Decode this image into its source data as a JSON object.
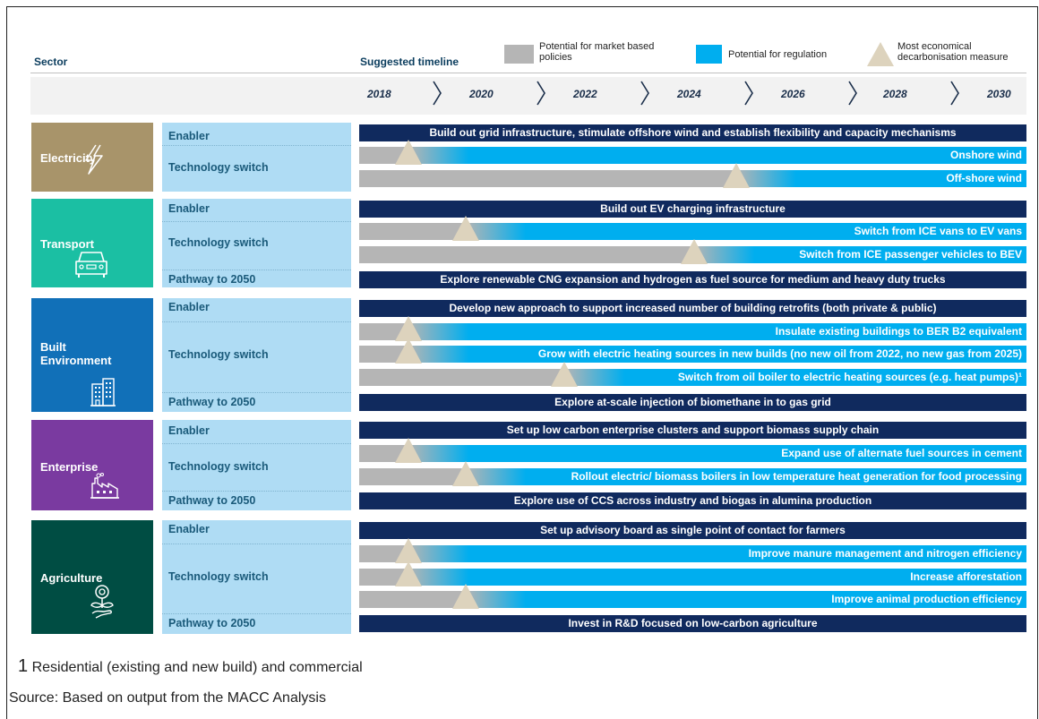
{
  "header": {
    "sector": "Sector",
    "timeline": "Suggested timeline"
  },
  "legend": {
    "market": "Potential for market based policies",
    "regulation": "Potential for regulation",
    "economical": "Most economical decarbonisation measure",
    "market_color": "#b5b5b5",
    "regulation_color": "#00aeef",
    "economical_color": "#ddd3bd"
  },
  "years": [
    "2018",
    "2020",
    "2022",
    "2024",
    "2026",
    "2028",
    "2030"
  ],
  "sectors": [
    {
      "name_lines": [
        "Electricity"
      ],
      "color": "#a8946a",
      "icon": "lightning-icon",
      "rows": [
        {
          "category": "Enabler",
          "kind": "enabler",
          "text": "Build out grid infrastructure, stimulate offshore wind and establish flexibility and capacity mechanisms"
        },
        {
          "category": "Technology switch",
          "kind": "switch",
          "text": "Onshore wind",
          "marker_year": 2018.9
        },
        {
          "kind": "switch",
          "text": "Off-shore wind",
          "marker_year": 2025.2
        }
      ]
    },
    {
      "name_lines": [
        "Transport"
      ],
      "color": "#1bbfa3",
      "icon": "car-icon",
      "rows": [
        {
          "category": "Enabler",
          "kind": "enabler",
          "text": "Build out EV charging infrastructure"
        },
        {
          "category": "Technology switch",
          "kind": "switch",
          "text": "Switch from ICE vans to EV vans",
          "marker_year": 2020.0
        },
        {
          "kind": "switch",
          "text": "Switch from ICE passenger vehicles to BEV",
          "marker_year": 2024.4
        },
        {
          "category": "Pathway to 2050",
          "kind": "enabler",
          "text": "Explore renewable CNG expansion and hydrogen as fuel source for medium and heavy duty trucks"
        }
      ]
    },
    {
      "name_lines": [
        "Built",
        "Environment"
      ],
      "color": "#1170b8",
      "icon": "building-icon",
      "rows": [
        {
          "category": "Enabler",
          "kind": "enabler",
          "text": "Develop new approach to support increased number of building retrofits (both private & public)"
        },
        {
          "category": "Technology switch",
          "kind": "switch",
          "text": "Insulate existing buildings to BER B2 equivalent",
          "marker_year": 2018.9
        },
        {
          "kind": "switch",
          "text": "Grow with electric heating sources in new builds (no new oil from 2022, no new gas from 2025)",
          "marker_year": 2018.9
        },
        {
          "kind": "switch",
          "text": "Switch from oil boiler to electric heating sources (e.g. heat pumps)¹",
          "marker_year": 2021.9
        },
        {
          "category": "Pathway to 2050",
          "kind": "enabler",
          "text": "Explore at-scale injection of biomethane in to gas grid"
        }
      ]
    },
    {
      "name_lines": [
        "Enterprise"
      ],
      "color": "#7a3aa0",
      "icon": "factory-icon",
      "rows": [
        {
          "category": "Enabler",
          "kind": "enabler",
          "text": "Set up low carbon enterprise clusters and support biomass supply chain"
        },
        {
          "category": "Technology switch",
          "kind": "switch",
          "text": "Expand use of alternate fuel sources in cement",
          "marker_year": 2018.9
        },
        {
          "kind": "switch",
          "text": "Rollout electric/ biomass boilers in low temperature heat generation for food processing",
          "marker_year": 2020.0
        },
        {
          "category": "Pathway to 2050",
          "kind": "enabler",
          "text": "Explore use of CCS across industry and biogas in alumina production"
        }
      ]
    },
    {
      "name_lines": [
        "Agriculture"
      ],
      "color": "#004d43",
      "icon": "plant-icon",
      "rows": [
        {
          "category": "Enabler",
          "kind": "enabler",
          "text": "Set up advisory board as single point of contact for farmers"
        },
        {
          "category": "Technology switch",
          "kind": "switch",
          "text": "Improve manure management and nitrogen efficiency",
          "marker_year": 2018.9
        },
        {
          "kind": "switch",
          "text": "Increase afforestation",
          "marker_year": 2018.9
        },
        {
          "kind": "switch",
          "text": "Improve animal production efficiency",
          "marker_year": 2020.0
        },
        {
          "category": "Pathway to 2050",
          "kind": "enabler",
          "text": "Invest in R&D focused on low-carbon agriculture"
        }
      ]
    }
  ],
  "footnote": {
    "number": "1",
    "text": "Residential (existing and new build) and commercial"
  },
  "source": "Source: Based on output from the MACC Analysis",
  "colors": {
    "enabler": "#102a5e",
    "regulation": "#00aeef",
    "market": "#b5b5b5",
    "marker": "#ddd3bd",
    "category_panel": "#afdcf4"
  }
}
